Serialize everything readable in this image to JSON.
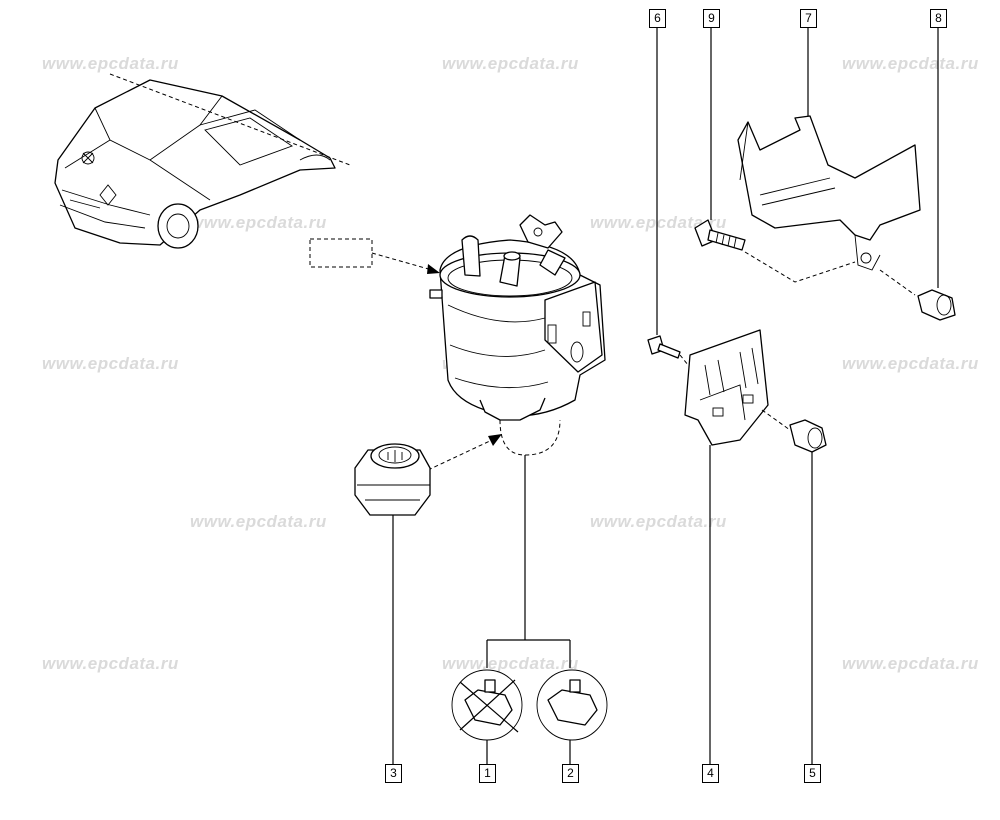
{
  "watermark": {
    "text": "www.epcdata.ru",
    "color": "#dadada"
  },
  "callouts": [
    {
      "id": "callout-6",
      "label": "6"
    },
    {
      "id": "callout-9",
      "label": "9"
    },
    {
      "id": "callout-7",
      "label": "7"
    },
    {
      "id": "callout-8",
      "label": "8"
    },
    {
      "id": "callout-3",
      "label": "3"
    },
    {
      "id": "callout-1",
      "label": "1"
    },
    {
      "id": "callout-2",
      "label": "2"
    },
    {
      "id": "callout-4",
      "label": "4"
    },
    {
      "id": "callout-5",
      "label": "5"
    }
  ],
  "colors": {
    "line": "#000000",
    "background": "#ffffff"
  }
}
